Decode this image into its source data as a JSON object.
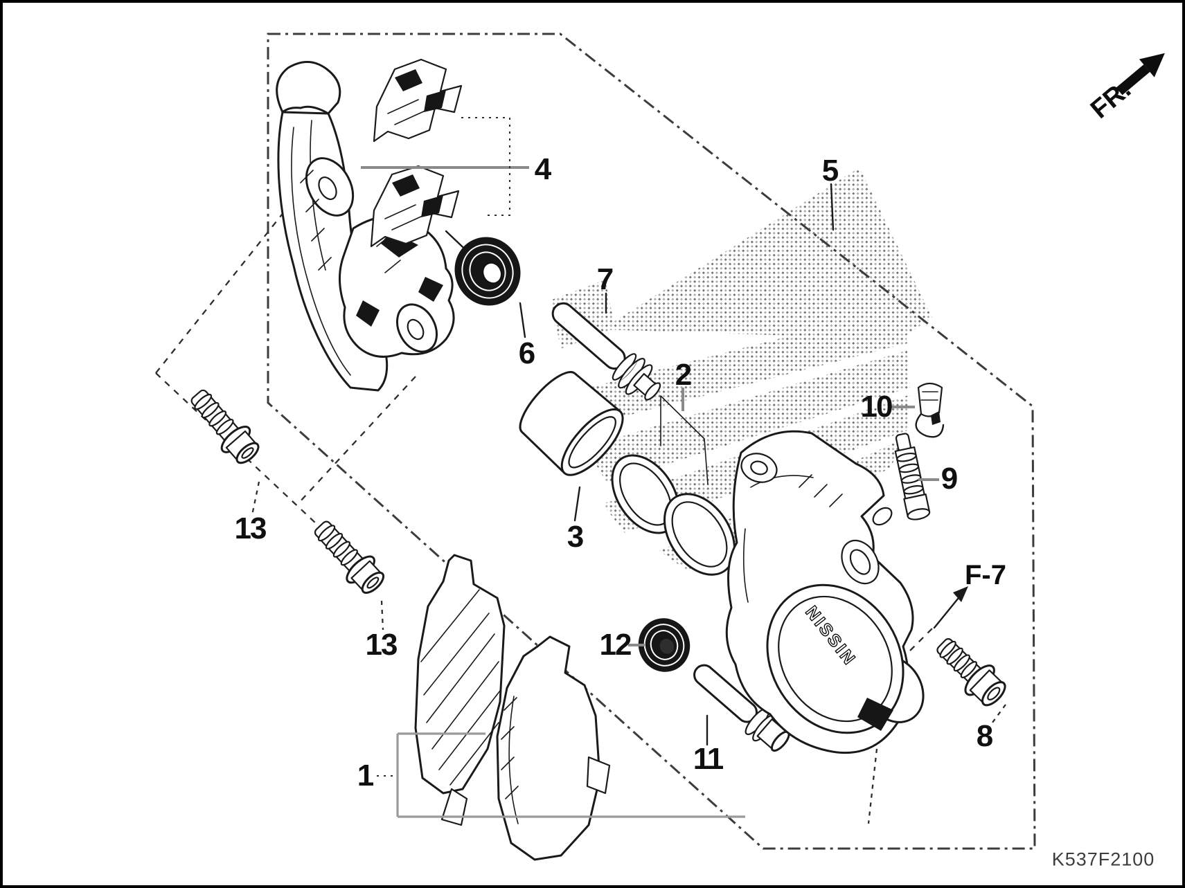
{
  "diagram": {
    "code": "K537F2100",
    "front_label": "FR.",
    "section_ref": "F-7",
    "brand_mark": "NISSIN",
    "part_labels": [
      "1",
      "2",
      "3",
      "4",
      "5",
      "6",
      "7",
      "8",
      "9",
      "10",
      "11",
      "12",
      "13",
      "13"
    ],
    "colors": {
      "line": "#1a1a1a",
      "leader_gray": "#8a8a8a",
      "border_dash": "#3c3c3c",
      "halftone_dark": "#6f6f6f",
      "halftone_light": "#ababab",
      "background": "#ffffff"
    }
  }
}
